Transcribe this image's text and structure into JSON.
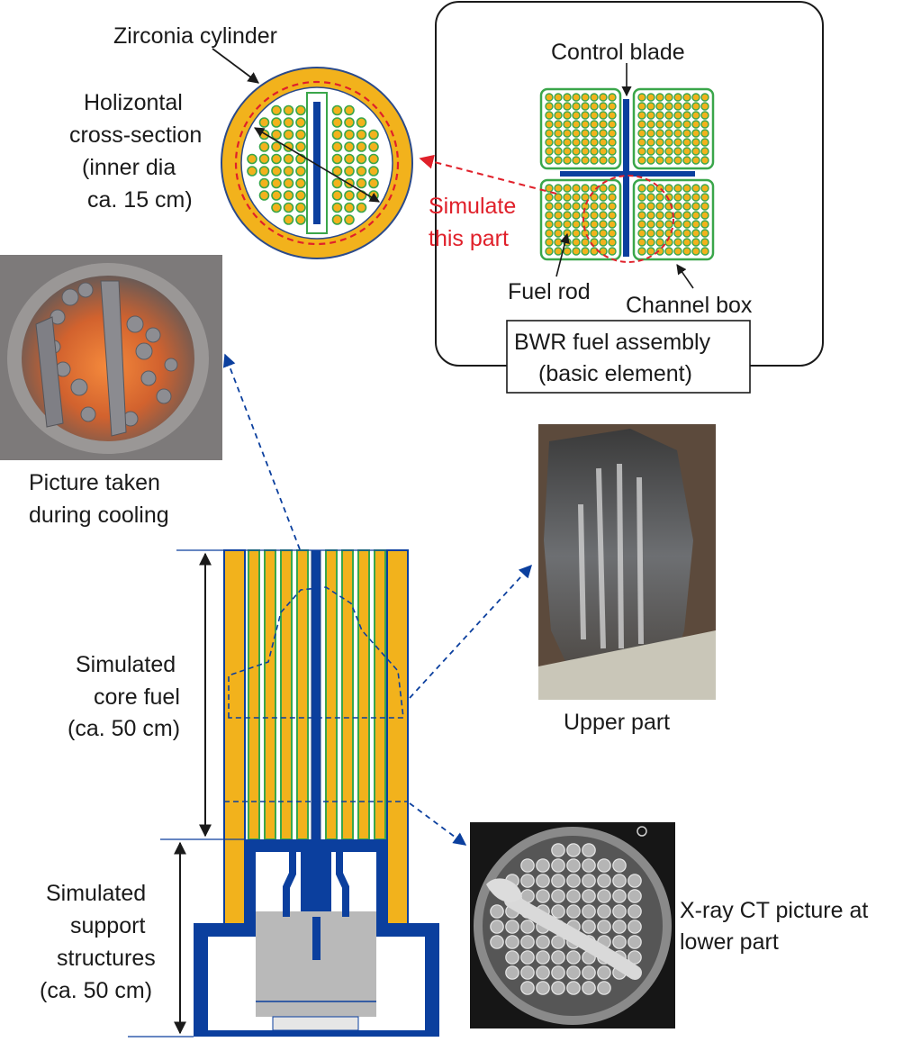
{
  "labels": {
    "zirconia_cylinder": "Zirconia cylinder",
    "horizontal_cs_1": "Holizontal",
    "horizontal_cs_2": "cross-section",
    "horizontal_cs_3": "(inner dia",
    "horizontal_cs_4": "ca. 15 cm)",
    "control_blade": "Control blade",
    "simulate_1": "Simulate",
    "simulate_2": "this part",
    "fuel_rod": "Fuel rod",
    "channel_box": "Channel box",
    "bwr_1": "BWR fuel assembly",
    "bwr_2": "(basic element)",
    "picture_cooling_1": "Picture taken",
    "picture_cooling_2": "during cooling",
    "core_fuel_1": "Simulated",
    "core_fuel_2": "core fuel",
    "core_fuel_3": "(ca. 50 cm)",
    "upper_part": "Upper part",
    "support_1": "Simulated",
    "support_2": "support",
    "support_3": "structures",
    "support_4": "(ca. 50 cm)",
    "xray_1": "X-ray CT picture at",
    "xray_2": "lower part"
  },
  "colors": {
    "fuel_yellow": "#f2b21c",
    "rod_green": "#3aa64a",
    "blade_blue": "#0b3f9e",
    "simulate_red": "#e0202a",
    "support_gray": "#b9b9b9",
    "zirconia_orange": "#f2b21c"
  },
  "icons": {
    "photo_cooling": "photo-thumbnail",
    "photo_upper": "photo-thumbnail",
    "photo_xray": "ct-scan-image"
  }
}
